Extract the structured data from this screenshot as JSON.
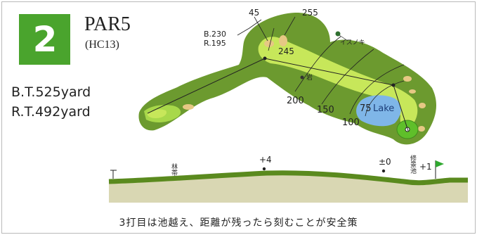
{
  "hole": {
    "number": "2",
    "par": "PAR5",
    "handicap": "(HC13)"
  },
  "yardage": {
    "back_tee": "B.T.525yard",
    "regular_tee": "R.T.492yard"
  },
  "map": {
    "tee_distance_labels": [
      "B.230",
      "R.195"
    ],
    "carry_labels": [
      "45",
      "255",
      "245"
    ],
    "distance_markers": [
      "200",
      "150",
      "100",
      "75"
    ],
    "tree_label": "イスノキ",
    "rock_label": "岩",
    "lake_label": "Lake"
  },
  "elevation": {
    "markers": [
      "+4",
      "±0",
      "+1"
    ],
    "forest_label": "林帯",
    "pond_label": "修景池"
  },
  "advice": "3打目は池越え、距離が残ったら刻むことが安全策",
  "colors": {
    "badge": "#4aa42d",
    "rough": "#6c9a2f",
    "fairway": "#c7e75a",
    "green": "#5fbf2a",
    "lake": "#7fb6e8",
    "bunker": "#e6c884"
  }
}
